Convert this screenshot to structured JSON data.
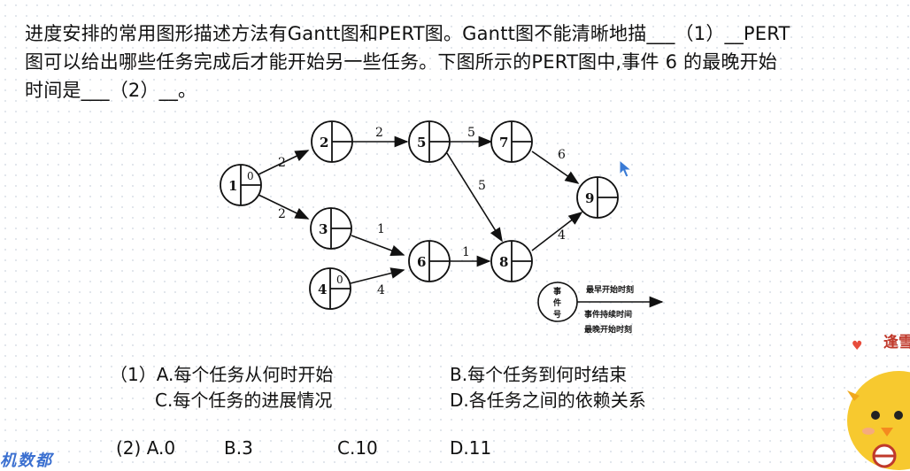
{
  "question": {
    "line1": "进度安排的常用图形描述方法有Gantt图和PERT图。Gantt图不能清晰地描___（1）__PERT",
    "line2": "图可以给出哪些任务完成后才能开始另一些任务。下图所示的PERT图中,事件 6 的最晚开始",
    "line3": "时间是___（2）__。"
  },
  "diagram": {
    "nodes": [
      {
        "id": "1",
        "top": "0"
      },
      {
        "id": "2",
        "top": ""
      },
      {
        "id": "3",
        "top": ""
      },
      {
        "id": "4",
        "top": "0"
      },
      {
        "id": "5",
        "top": ""
      },
      {
        "id": "6",
        "top": ""
      },
      {
        "id": "7",
        "top": ""
      },
      {
        "id": "8",
        "top": ""
      },
      {
        "id": "9",
        "top": ""
      }
    ],
    "edge_labels": [
      "2",
      "2",
      "2",
      "1",
      "4",
      "5",
      "5",
      "1",
      "6",
      "4"
    ],
    "legend": {
      "event_label": [
        "事",
        "件",
        "号"
      ],
      "earliest_start": "最早开始时刻",
      "duration": "事件持续时间",
      "latest_start": "最晚开始时刻"
    }
  },
  "options_q1": {
    "A": "（1）A.每个任务从何时开始",
    "B": "B.每个任务到何时结束",
    "C": "C.每个任务的进展情况",
    "D": "D.各任务之间的依赖关系"
  },
  "options_q2": {
    "A": "(2) A.0",
    "B": "B.3",
    "C": "C.10",
    "D": "D.11"
  },
  "watermark": "机数都",
  "corner_label": "逢雪"
}
